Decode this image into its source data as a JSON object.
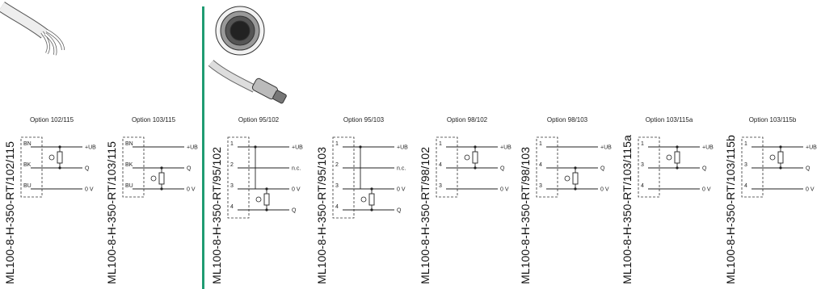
{
  "colors": {
    "divider": "#1f9b72",
    "line": "#222222"
  },
  "images": {
    "cable": "cable-ends-illustration",
    "connector": "m8-connector-illustration"
  },
  "panels": [
    {
      "title": "Option 102/115",
      "model": "ML100-8-H-350-RT/102/115",
      "pins": [
        "BN",
        "BK",
        "BU"
      ],
      "signals": [
        "+UB",
        "Q",
        "0 V"
      ]
    },
    {
      "title": "Option 103/115",
      "model": "ML100-8-H-350-RT/103/115",
      "pins": [
        "BN",
        "BK",
        "BU"
      ],
      "signals": [
        "+UB",
        "Q",
        "0 V"
      ]
    },
    {
      "title": "Option 95/102",
      "model": "ML100-8-H-350-RT/95/102",
      "pins": [
        "1",
        "2",
        "3",
        "4"
      ],
      "signals": [
        "+UB",
        "n.c.",
        "0 V",
        "Q"
      ]
    },
    {
      "title": "Option 95/103",
      "model": "ML100-8-H-350-RT/95/103",
      "pins": [
        "1",
        "2",
        "3",
        "4"
      ],
      "signals": [
        "+UB",
        "n.c.",
        "0 V",
        "Q"
      ]
    },
    {
      "title": "Option 98/102",
      "model": "ML100-8-H-350-RT/98/102",
      "pins": [
        "1",
        "4",
        "3"
      ],
      "signals": [
        "+UB",
        "Q",
        "0 V"
      ]
    },
    {
      "title": "Option 98/103",
      "model": "ML100-8-H-350-RT/98/103",
      "pins": [
        "1",
        "4",
        "3"
      ],
      "signals": [
        "+UB",
        "Q",
        "0 V"
      ]
    },
    {
      "title": "Option 103/115a",
      "model": "ML100-8-H-350-RT/103/115a",
      "pins": [
        "1",
        "3",
        "4"
      ],
      "signals": [
        "+UB",
        "Q",
        "0 V"
      ]
    },
    {
      "title": "Option 103/115b",
      "model": "ML100-8-H-350-RT/103/115b",
      "pins": [
        "1",
        "3",
        "4"
      ],
      "signals": [
        "+UB",
        "Q",
        "0 V"
      ]
    }
  ]
}
